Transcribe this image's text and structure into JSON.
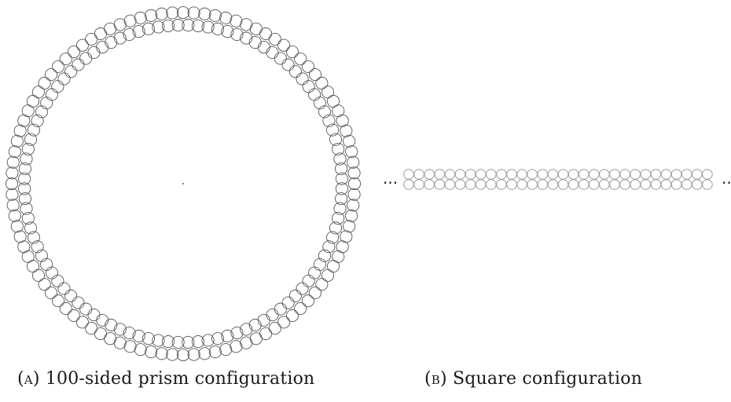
{
  "diagram": {
    "prism": {
      "sides": 100,
      "rings": 2
    },
    "square": {
      "rows": 2,
      "columns": 30,
      "ellipsis_left": "···",
      "ellipsis_right": "··"
    }
  },
  "captions": {
    "a": {
      "letter": "(a)",
      "text": "100-sided prism configuration"
    },
    "b": {
      "letter": "(b)",
      "text": "Square configuration"
    }
  },
  "colors": {
    "prism_stroke": "#555555",
    "square_stroke": "#9a9a9a",
    "background": "#ffffff"
  }
}
